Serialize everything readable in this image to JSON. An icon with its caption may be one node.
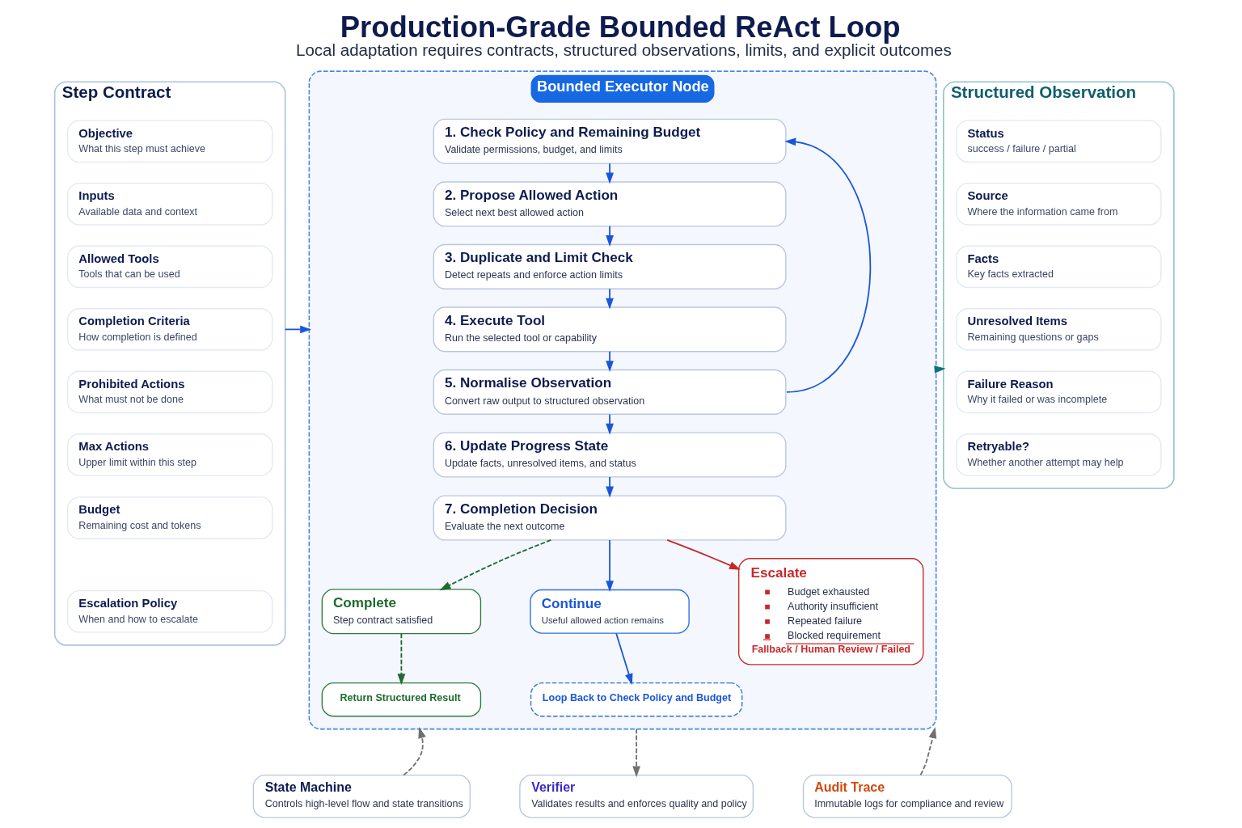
{
  "diagram": {
    "title": "Production-Grade Bounded ReAct Loop",
    "caption": "Local adaptation requires contracts, structured observations, limits, and explicit outcomes",
    "nodes": [
      {
        "text": [
          "Step Contract"
        ]
      },
      {
        "text": [
          "Objective",
          "What this step must achieve"
        ],
        "in": 0
      },
      {
        "text": [
          "Inputs",
          "Available data and context"
        ],
        "in": 0
      },
      {
        "text": [
          "Allowed Tools",
          "Tools that can be used"
        ],
        "in": 0
      },
      {
        "text": [
          "Completion Criteria",
          "How completion is defined"
        ],
        "in": 0
      },
      {
        "text": [
          "Prohibited Actions",
          "What must not be done"
        ],
        "in": 0
      },
      {
        "text": [
          "Max Actions",
          "Upper limit within this step"
        ],
        "in": 0
      },
      {
        "text": [
          "Budget",
          "Remaining cost and tokens"
        ],
        "in": 0
      },
      {
        "text": [
          "Escalation Policy",
          "When and how to escalate"
        ],
        "in": 0
      },
      {
        "text": [
          "Bounded Executor Node"
        ]
      },
      {
        "text": [
          "1. Check Policy and Remaining Budget",
          "Validate permissions, budget, and limits"
        ],
        "in": 9
      },
      {
        "text": [
          "2. Propose Allowed Action",
          "Select next best allowed action"
        ],
        "in": 9
      },
      {
        "text": [
          "3. Duplicate and Limit Check",
          "Detect repeats and enforce action limits"
        ],
        "in": 9
      },
      {
        "text": [
          "4. Execute Tool",
          "Run the selected tool or capability"
        ],
        "in": 9
      },
      {
        "text": [
          "5. Normalise Observation",
          "Convert raw output to structured observation"
        ],
        "in": 9
      },
      {
        "text": [
          "6. Update Progress State",
          "Update facts, unresolved items, and status"
        ],
        "in": 9
      },
      {
        "text": [
          "7. Completion Decision",
          "Evaluate the next outcome"
        ],
        "in": 9
      },
      {
        "text": [
          "Complete",
          "Step contract satisfied"
        ],
        "in": 9
      },
      {
        "text": [
          "Continue",
          "Useful allowed action remains"
        ],
        "in": 9
      },
      {
        "text": [
          "Escalate",
          "Budget exhausted",
          "Authority insufficient",
          "Repeated failure",
          "Blocked requirement",
          "Fallback / Human Review / Failed"
        ],
        "in": 9
      },
      {
        "text": [
          "Return Structured Result"
        ],
        "in": 9
      },
      {
        "text": [
          "Loop Back to Check Policy and Budget"
        ],
        "in": 9
      },
      {
        "text": [
          "Structured Observation"
        ]
      },
      {
        "text": [
          "Status",
          "success / failure / partial"
        ],
        "in": 22
      },
      {
        "text": [
          "Source",
          "Where the information came from"
        ],
        "in": 22
      },
      {
        "text": [
          "Facts",
          "Key facts extracted"
        ],
        "in": 22
      },
      {
        "text": [
          "Unresolved Items",
          "Remaining questions or gaps"
        ],
        "in": 22
      },
      {
        "text": [
          "Failure Reason",
          "Why it failed or was incomplete"
        ],
        "in": 22
      },
      {
        "text": [
          "Retryable?",
          "Whether another attempt may help"
        ],
        "in": 22
      },
      {
        "text": [
          "State Machine",
          "Controls high-level flow and state transitions"
        ]
      },
      {
        "text": [
          "Verifier",
          "Validates results and enforces quality and policy"
        ]
      },
      {
        "text": [
          "Audit Trace",
          "Immutable logs for compliance and review"
        ]
      }
    ],
    "edges": [
      {
        "from": 0,
        "to": 9,
        "arrow": "to"
      },
      {
        "from": 10,
        "to": 11,
        "arrow": "to"
      },
      {
        "from": 11,
        "to": 12,
        "arrow": "to"
      },
      {
        "from": 12,
        "to": 13,
        "arrow": "to"
      },
      {
        "from": 13,
        "to": 14,
        "arrow": "to"
      },
      {
        "from": 14,
        "to": 15,
        "arrow": "to"
      },
      {
        "from": 15,
        "to": 16,
        "arrow": "to"
      },
      {
        "from": 14,
        "to": 10,
        "arrow": "to"
      },
      {
        "from": 9,
        "to": 22,
        "arrow": "to",
        "color": "#11707e"
      },
      {
        "from": 16,
        "to": 17,
        "arrow": "to",
        "style": "dashed",
        "color": "#1e6b2e"
      },
      {
        "from": 16,
        "to": 18,
        "arrow": "to"
      },
      {
        "from": 16,
        "to": 19,
        "arrow": "to",
        "color": "#c62828"
      },
      {
        "from": 17,
        "to": 20,
        "arrow": "to",
        "style": "dashed",
        "color": "#1e6b2e"
      },
      {
        "from": 18,
        "to": 21,
        "arrow": "to"
      },
      {
        "from": 29,
        "to": 9,
        "arrow": "to",
        "style": "dashed",
        "color": "#707070"
      },
      {
        "from": 9,
        "to": 30,
        "arrow": "to",
        "style": "dashed",
        "color": "#707070"
      },
      {
        "from": 31,
        "to": 9,
        "arrow": "to",
        "style": "dashed",
        "color": "#707070"
      }
    ]
  }
}
